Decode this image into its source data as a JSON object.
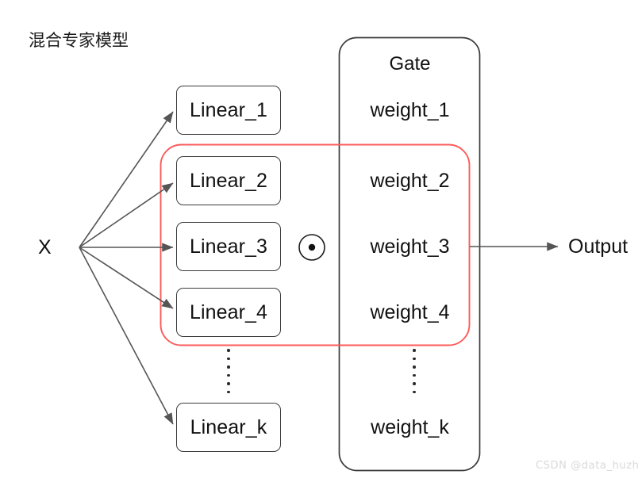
{
  "diagram": {
    "title": "混合专家模型",
    "input_label": "X",
    "output_label": "Output",
    "gate_title": "Gate",
    "operator_symbol": "element-wise-product",
    "experts": [
      {
        "label": "Linear_1"
      },
      {
        "label": "Linear_2"
      },
      {
        "label": "Linear_3"
      },
      {
        "label": "Linear_4"
      },
      {
        "label": "Linear_k"
      }
    ],
    "weights": [
      {
        "label": "weight_1"
      },
      {
        "label": "weight_2"
      },
      {
        "label": "weight_3"
      },
      {
        "label": "weight_4"
      },
      {
        "label": "weight_k"
      }
    ],
    "ellipsis": {
      "experts_column": "vertical-dots",
      "weights_column": "vertical-dots"
    },
    "highlight": {
      "name": "top-k-selection-highlight",
      "color": "#fc5a5a"
    },
    "colors": {
      "box_border": "#3b3b3b",
      "arrow": "#555555",
      "text": "#111111",
      "highlight": "#fc5a5a",
      "watermark": "#d9d9d9",
      "background": "#ffffff"
    }
  },
  "watermark": {
    "text": "CSDN @data_huzh"
  }
}
